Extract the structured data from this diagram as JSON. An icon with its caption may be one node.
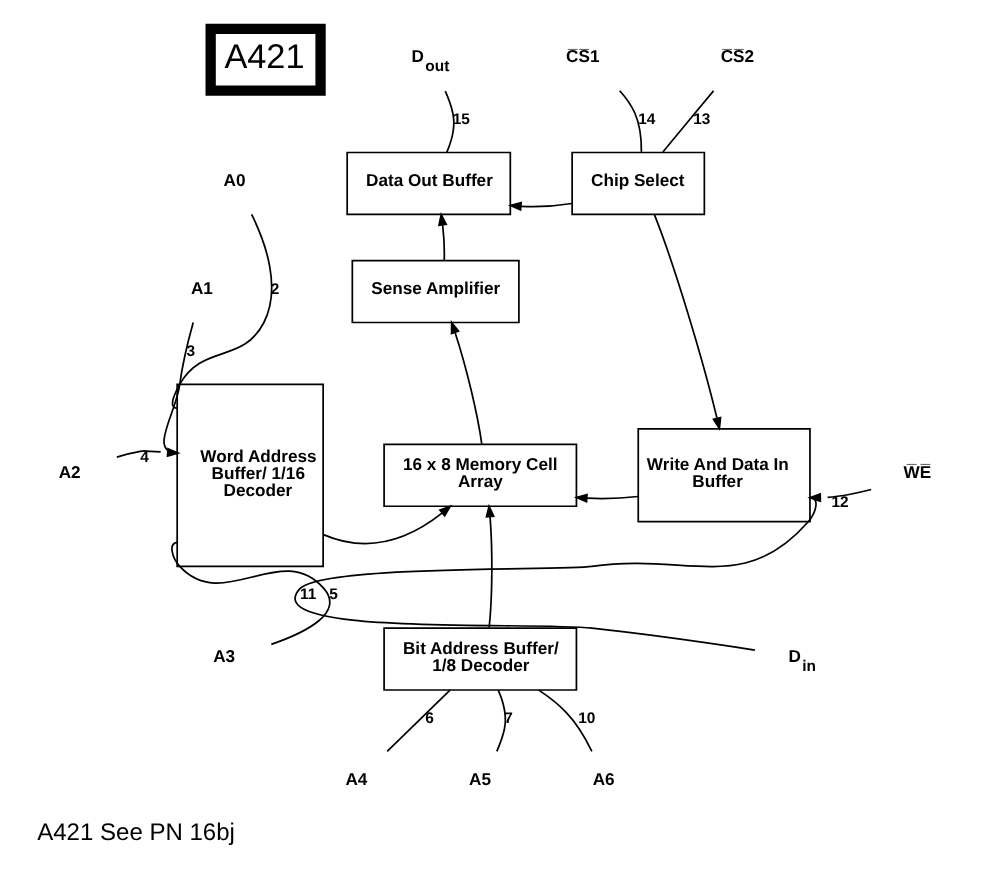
{
  "diagram": {
    "title": "A421",
    "caption": "A421 See PN 16bj",
    "nodes": [
      {
        "text": [
          "Data Out Buffer"
        ]
      },
      {
        "text": [
          "Chip Select"
        ]
      },
      {
        "text": [
          "Sense Amplifier"
        ]
      },
      {
        "text": [
          "Word Address Buffer/ 1/16 Decoder"
        ]
      },
      {
        "text": [
          "16 x 8 Memory Cell Array"
        ]
      },
      {
        "text": [
          "Write And Data In Buffer"
        ]
      },
      {
        "text": [
          "Bit Address Buffer/ 1/8 Decoder"
        ]
      },
      {
        "text": [
          "D$_{out}$"
        ]
      },
      {
        "text": [
          "C̅S̅1"
        ]
      },
      {
        "text": [
          "C̅S̅2"
        ]
      },
      {
        "text": [
          "A0"
        ]
      },
      {
        "text": [
          "A1"
        ]
      },
      {
        "text": [
          "A2"
        ]
      },
      {
        "text": [
          "A3"
        ]
      },
      {
        "text": [
          "W̅E̅"
        ]
      },
      {
        "text": [
          "D$_{in}$"
        ]
      },
      {
        "text": [
          "A4"
        ]
      },
      {
        "text": [
          "A5"
        ]
      },
      {
        "text": [
          "A6"
        ]
      }
    ],
    "edges": [
      {
        "from": 7,
        "to": 0,
        "arrow": "none",
        "label": "15"
      },
      {
        "from": 8,
        "to": 1,
        "arrow": "none",
        "label": "14"
      },
      {
        "from": 9,
        "to": 1,
        "arrow": "none",
        "label": "13"
      },
      {
        "from": 1,
        "to": 0,
        "arrow": "to"
      },
      {
        "from": 2,
        "to": 0,
        "arrow": "to"
      },
      {
        "from": 1,
        "to": 5,
        "arrow": "to"
      },
      {
        "from": 4,
        "to": 2,
        "arrow": "to"
      },
      {
        "from": 10,
        "to": 3,
        "arrow": "none",
        "label": "2"
      },
      {
        "from": 11,
        "to": 3,
        "arrow": "none",
        "label": "3"
      },
      {
        "from": 12,
        "to": 3,
        "arrow": "none",
        "label": "4"
      },
      {
        "from": 13,
        "to": 3,
        "arrow": "none",
        "label": "5"
      },
      {
        "from": 3,
        "to": 4,
        "arrow": "to"
      },
      {
        "from": 5,
        "to": 4,
        "arrow": "to"
      },
      {
        "from": 14,
        "to": 5,
        "arrow": "none",
        "label": "12"
      },
      {
        "from": 15,
        "to": 5,
        "arrow": "none",
        "label": "11"
      },
      {
        "from": 6,
        "to": 4,
        "arrow": "to"
      },
      {
        "from": 16,
        "to": 6,
        "arrow": "none",
        "label": "6"
      },
      {
        "from": 17,
        "to": 6,
        "arrow": "none",
        "label": "7"
      },
      {
        "from": 18,
        "to": 6,
        "arrow": "none",
        "label": "10"
      }
    ]
  }
}
